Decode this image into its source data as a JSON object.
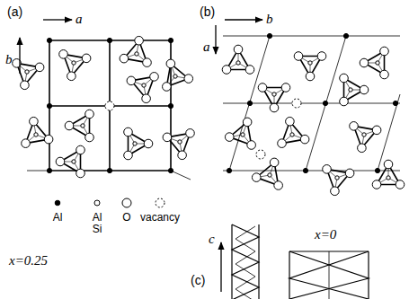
{
  "diagram": {
    "labels": [
      "(a)",
      "a",
      "b",
      "(b)",
      "b",
      "a",
      "x=0.25",
      "(c)",
      "c",
      "x=0"
    ],
    "legend": [
      {
        "text": "Al"
      },
      {
        "text": "Al Si"
      },
      {
        "text": "O"
      },
      {
        "text": "vacancy"
      }
    ]
  }
}
